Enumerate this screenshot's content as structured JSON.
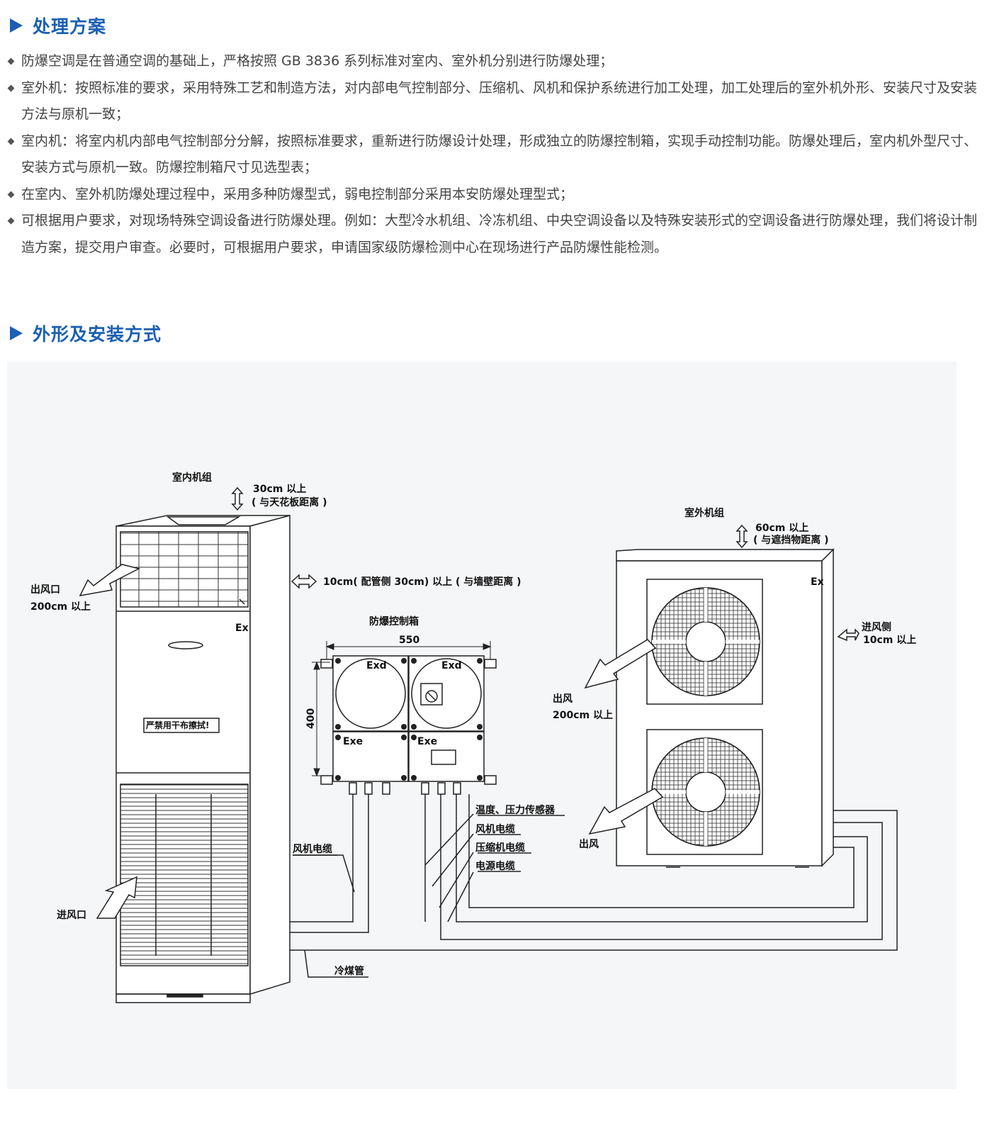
{
  "sections": {
    "solution_title": "处理方案",
    "install_title": "外形及安装方式"
  },
  "bullets": [
    "防爆空调是在普通空调的基础上，严格按照 GB 3836 系列标准对室内、室外机分别进行防爆处理；",
    "室外机：按照标准的要求，采用特殊工艺和制造方法，对内部电气控制部分、压缩机、风机和保护系统进行加工处理，加工处理后的室外机外形、安装尺寸及安装方法与原机一致；",
    "室内机：将室内机内部电气控制部分分解，按照标准要求，重新进行防爆设计处理，形成独立的防爆控制箱，实现手动控制功能。防爆处理后，室内机外型尺寸、安装方式与原机一致。防爆控制箱尺寸见选型表；",
    "在室内、室外机防爆处理过程中，采用多种防爆型式，弱电控制部分采用本安防爆处理型式；",
    "可根据用户要求，对现场特殊空调设备进行防爆处理。例如：大型冷水机组、冷冻机组、中央空调设备以及特殊安装形式的空调设备进行防爆处理，我们将设计制造方案，提交用户审查。必要时，可根据用户要求，申请国家级防爆检测中心在现场进行产品防爆性能检测。"
  ],
  "diagram": {
    "indoor_unit": "室内机组",
    "top_clearance_line1": "30cm 以上",
    "top_clearance_line2": "( 与天花板距离 )",
    "side_clearance": "10cm( 配管侧 30cm) 以上 ( 与墙壁距离 )",
    "outlet_label": "出风口",
    "outlet_distance": "200cm 以上",
    "ex_mark": "Ex",
    "warning_label": "严禁用干布擦拭!",
    "inlet_label": "进风口",
    "control_box_title": "防爆控制箱",
    "width_dim": "550",
    "height_dim": "400",
    "exd": "Exd",
    "exe": "Exe",
    "sensor_label": "温度、压力传感器",
    "fan_cable": "风机电缆",
    "compressor_cable": "压缩机电缆",
    "power_cable": "电源电缆",
    "refrigerant_pipe": "冷煤管",
    "outdoor_unit": "室外机组",
    "outdoor_top_line1": "60cm 以上",
    "outdoor_top_line2": "( 与遮挡物距离 )",
    "intake_side_line1": "进风侧",
    "intake_side_line2": "10cm 以上",
    "air_out": "出风",
    "air_out_distance": "200cm 以上"
  },
  "colors": {
    "accent": "#1a5fb4",
    "panel_bg": "#f5f6f8",
    "line": "#222222"
  }
}
